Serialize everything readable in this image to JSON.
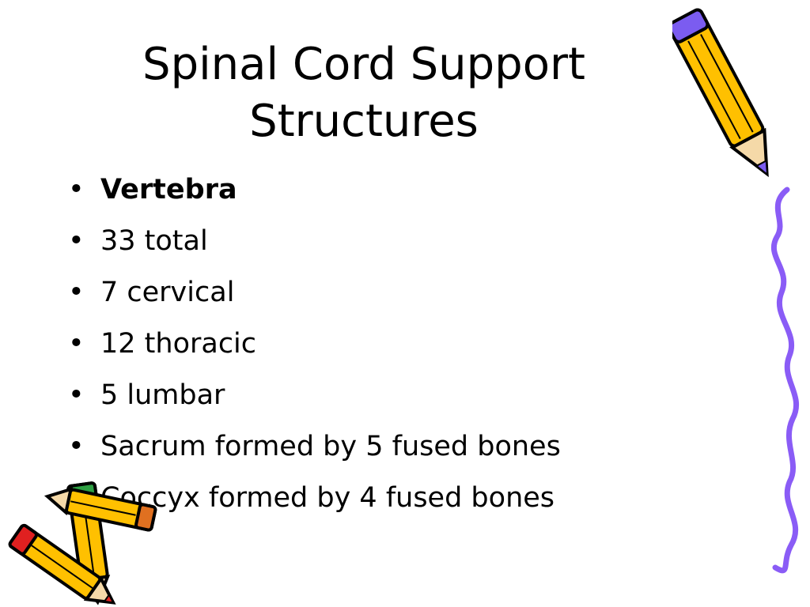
{
  "slide": {
    "title_lines": [
      "Spinal Cord Support",
      "Structures"
    ],
    "bullet_char": "•",
    "bullets": [
      {
        "text": "Vertebra",
        "bold": true
      },
      {
        "text": "33 total",
        "bold": false
      },
      {
        "text": "7 cervical",
        "bold": false
      },
      {
        "text": "12 thoracic",
        "bold": false
      },
      {
        "text": "5 lumbar",
        "bold": false
      },
      {
        "text": "Sacrum formed by 5 fused bones",
        "bold": false
      },
      {
        "text": "Coccyx formed by 4 fused bones",
        "bold": false
      }
    ]
  },
  "decorations": {
    "right": "pencil-with-squiggle-line",
    "bottom_left": "crossed-pencils-clipart",
    "colors": {
      "pencil_body": "#FFC000",
      "pencil_outline": "#000000",
      "eraser_purple": "#7B5CF0",
      "eraser_red": "#E02020",
      "eraser_green": "#2EA043",
      "squiggle": "#8A5CF6"
    }
  }
}
